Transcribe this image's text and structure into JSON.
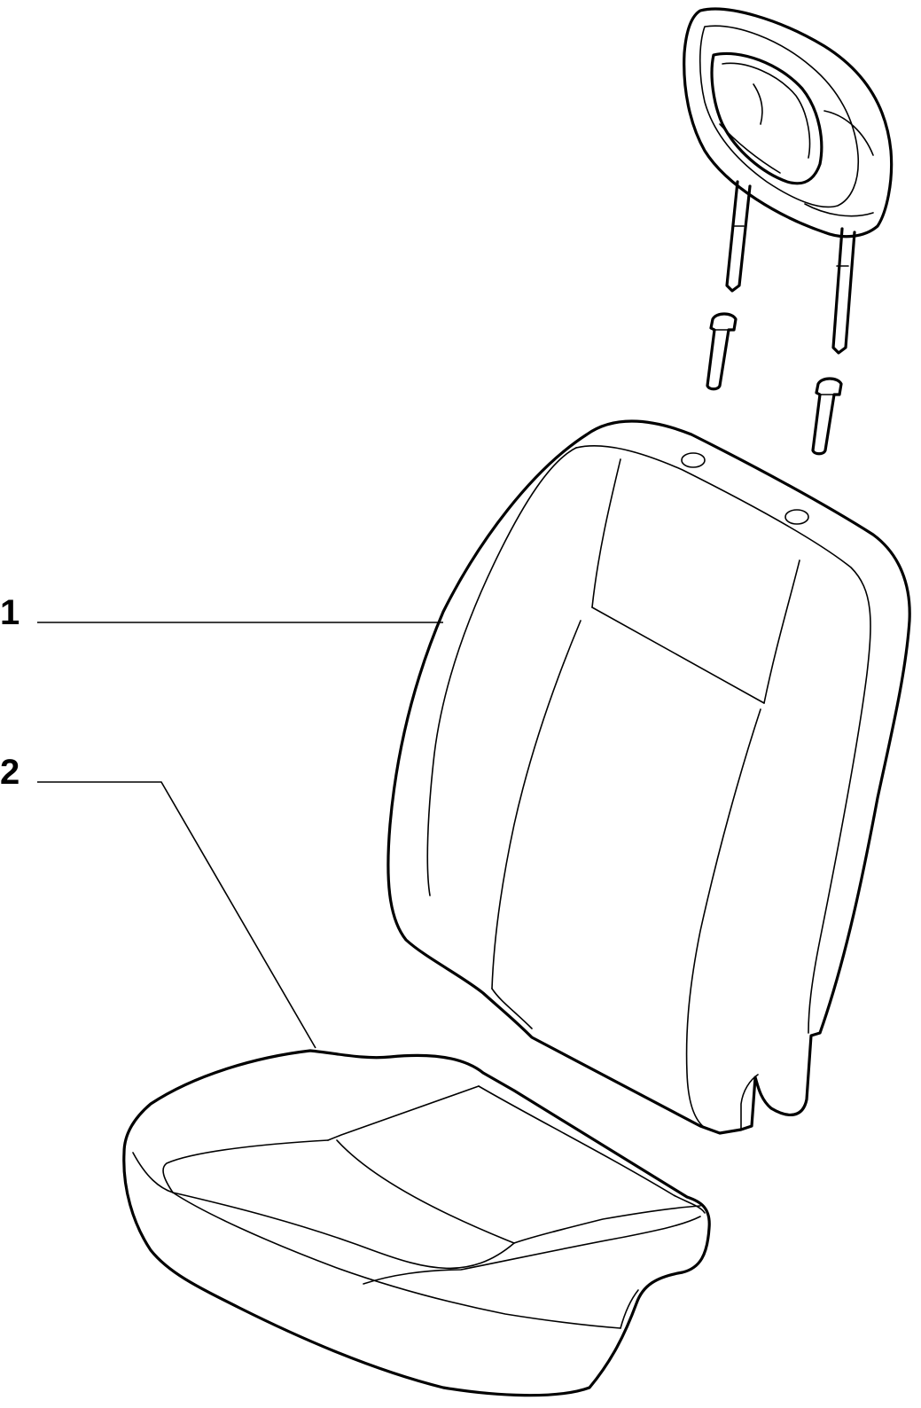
{
  "callouts": [
    {
      "label": "1"
    },
    {
      "label": "2"
    }
  ],
  "parts": [
    {
      "name": "headrest"
    },
    {
      "name": "headrest-guide-left"
    },
    {
      "name": "headrest-guide-right"
    },
    {
      "name": "seat-backrest"
    },
    {
      "name": "seat-cushion"
    }
  ],
  "colors": {
    "line": "#000000",
    "background": "#ffffff"
  }
}
